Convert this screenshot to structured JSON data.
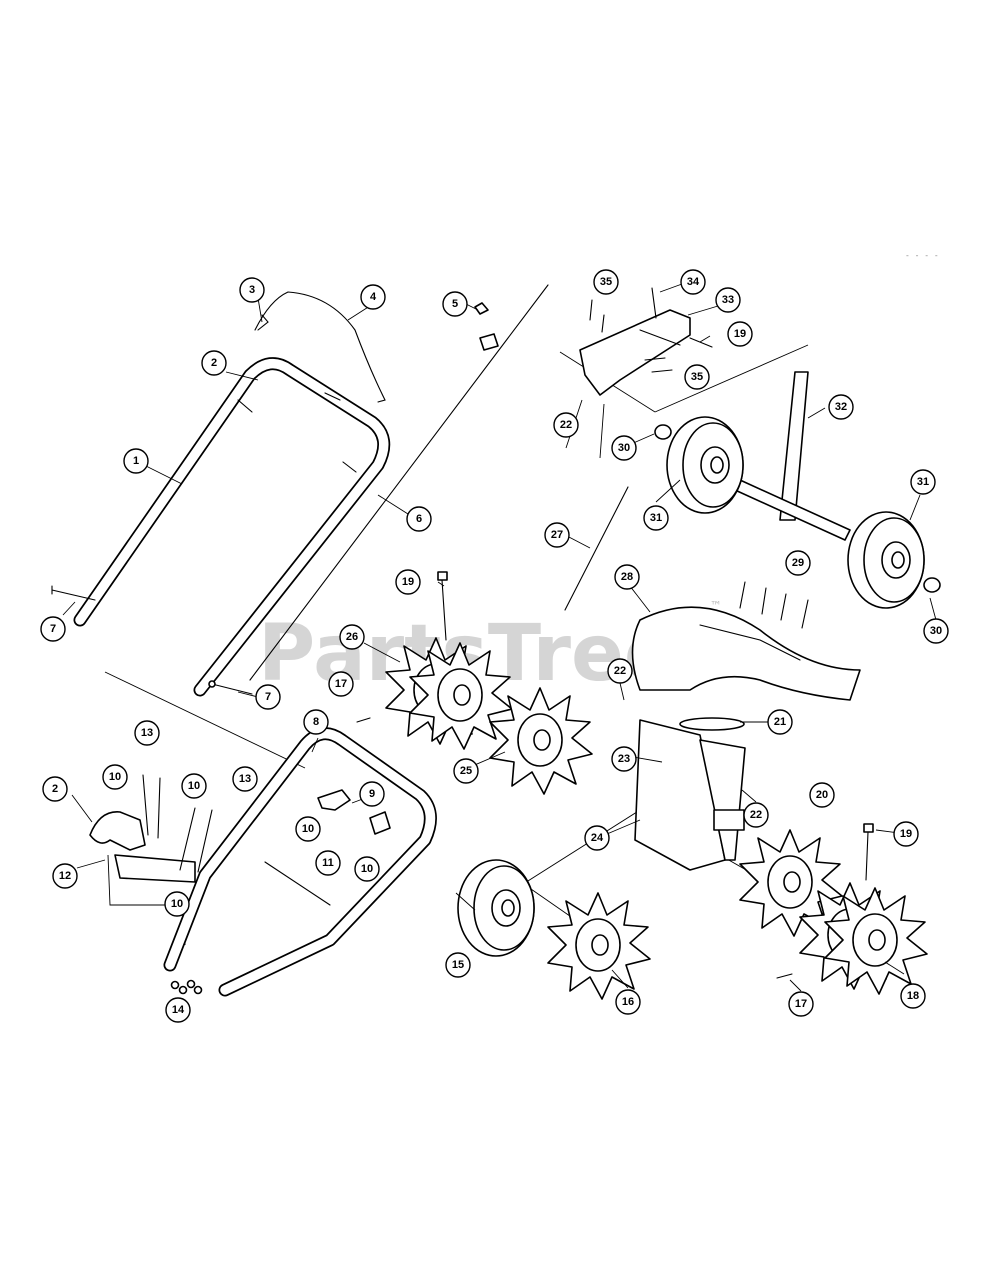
{
  "watermark": "PartsTree",
  "watermark_tm": "™",
  "callouts": [
    {
      "label": "1"
    },
    {
      "label": "2"
    },
    {
      "label": "3"
    },
    {
      "label": "4"
    },
    {
      "label": "5"
    },
    {
      "label": "6"
    },
    {
      "label": "7"
    },
    {
      "label": "7"
    },
    {
      "label": "8"
    },
    {
      "label": "9"
    },
    {
      "label": "10"
    },
    {
      "label": "10"
    },
    {
      "label": "10"
    },
    {
      "label": "10"
    },
    {
      "label": "11"
    },
    {
      "label": "2"
    },
    {
      "label": "12"
    },
    {
      "label": "13"
    },
    {
      "label": "13"
    },
    {
      "label": "14"
    },
    {
      "label": "15"
    },
    {
      "label": "16"
    },
    {
      "label": "17"
    },
    {
      "label": "17"
    },
    {
      "label": "18"
    },
    {
      "label": "19"
    },
    {
      "label": "19"
    },
    {
      "label": "19"
    },
    {
      "label": "20"
    },
    {
      "label": "21"
    },
    {
      "label": "22"
    },
    {
      "label": "22"
    },
    {
      "label": "22"
    },
    {
      "label": "23"
    },
    {
      "label": "24"
    },
    {
      "label": "25"
    },
    {
      "label": "26"
    },
    {
      "label": "27"
    },
    {
      "label": "28"
    },
    {
      "label": "29"
    },
    {
      "label": "30"
    },
    {
      "label": "30"
    },
    {
      "label": "31"
    },
    {
      "label": "31"
    },
    {
      "label": "32"
    },
    {
      "label": "33"
    },
    {
      "label": "34"
    },
    {
      "label": "35"
    },
    {
      "label": "35"
    }
  ]
}
